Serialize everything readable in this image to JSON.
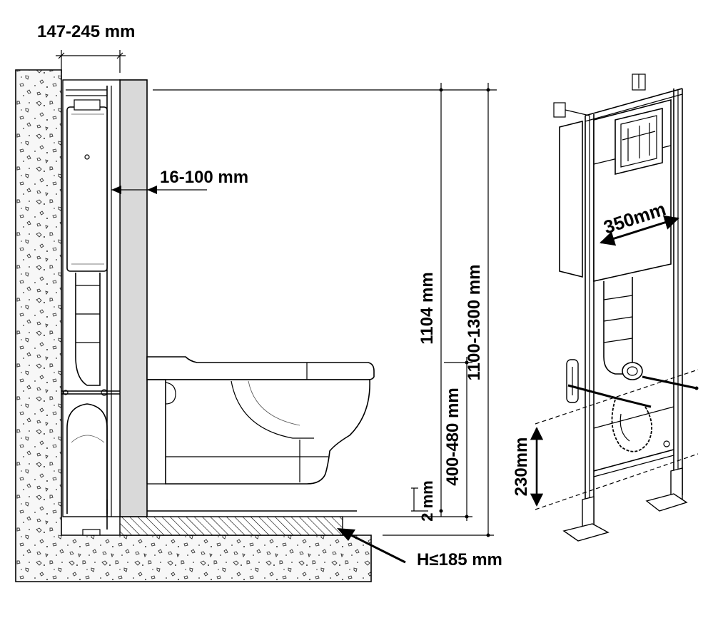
{
  "dimensions": {
    "wall_gap": "147-245 mm",
    "panel_thickness": "16-100 mm",
    "total_height_range": "1100-1300 mm",
    "frame_height": "1104 mm",
    "seat_height": "400-480 mm",
    "gap": "2 mm",
    "floor_height": "H≤185 mm",
    "frame_width": "350mm",
    "outlet_spacing": "230mm"
  },
  "colors": {
    "line": "#000000",
    "panel_fill": "#d9d9d9",
    "concrete_fill": "#f7f7f7"
  }
}
